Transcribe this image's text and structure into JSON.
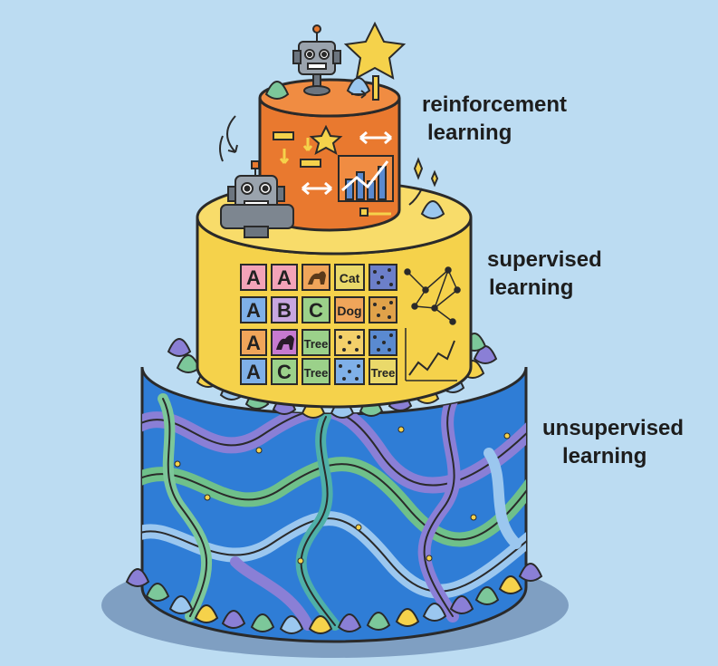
{
  "labels": {
    "top": [
      "reinforcement",
      "learning"
    ],
    "middle": [
      "supervised",
      "learning"
    ],
    "bottom": [
      "unsupervised",
      "learning"
    ]
  },
  "grid_cells": [
    "A",
    "A",
    "",
    "Cat",
    "",
    "A",
    "B",
    "C",
    "Dog",
    "",
    "A",
    "",
    "Tree",
    "",
    "",
    "A",
    "C",
    "Tree",
    "",
    "Tree"
  ],
  "colors": {
    "background": "#bcdcf2",
    "top_tier": "#e9792f",
    "middle_tier": "#f5d24b",
    "bottom_tier": "#2f7dd6",
    "outline": "#2a2a2a"
  }
}
